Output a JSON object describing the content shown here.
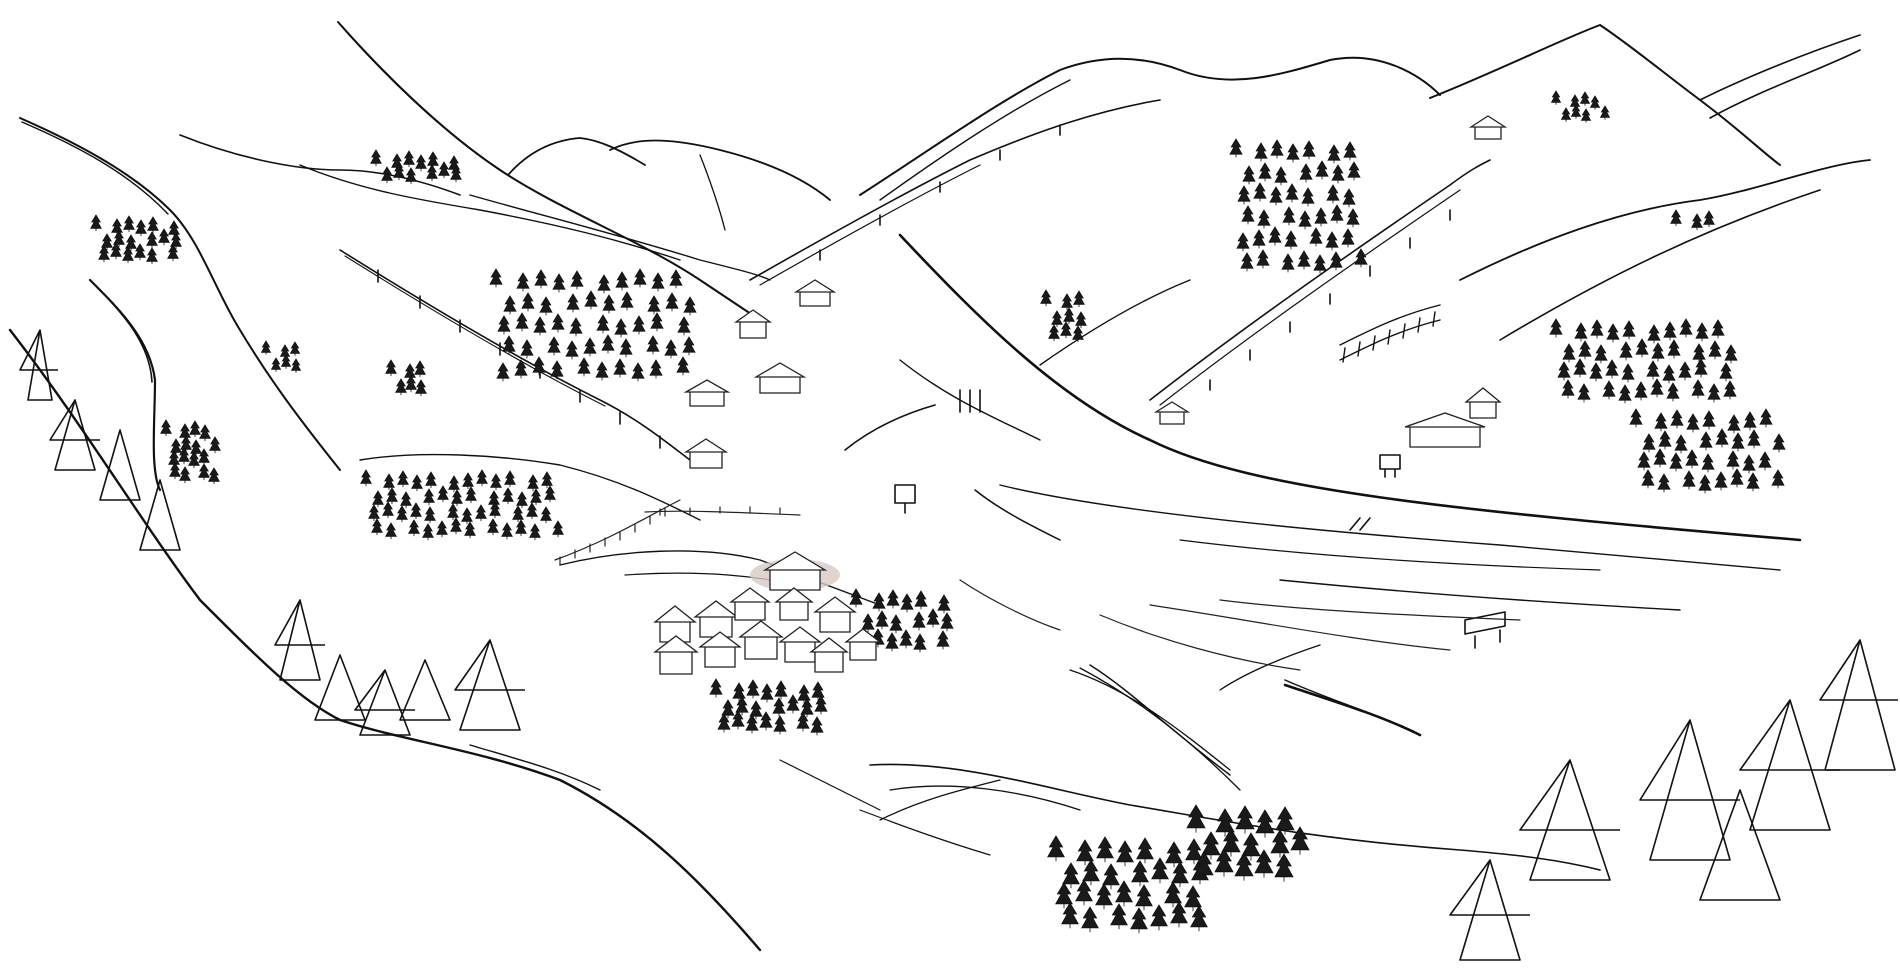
{
  "scene": {
    "type": "hand-drawn ski resort valley sketch",
    "palette": {
      "ink": "#111111",
      "paper": "#ffffff",
      "church_tint": "#d8c9c4"
    },
    "elements": [
      "mountain-ridges",
      "ski-lifts",
      "pine-forests",
      "village",
      "church",
      "roads",
      "river"
    ]
  }
}
